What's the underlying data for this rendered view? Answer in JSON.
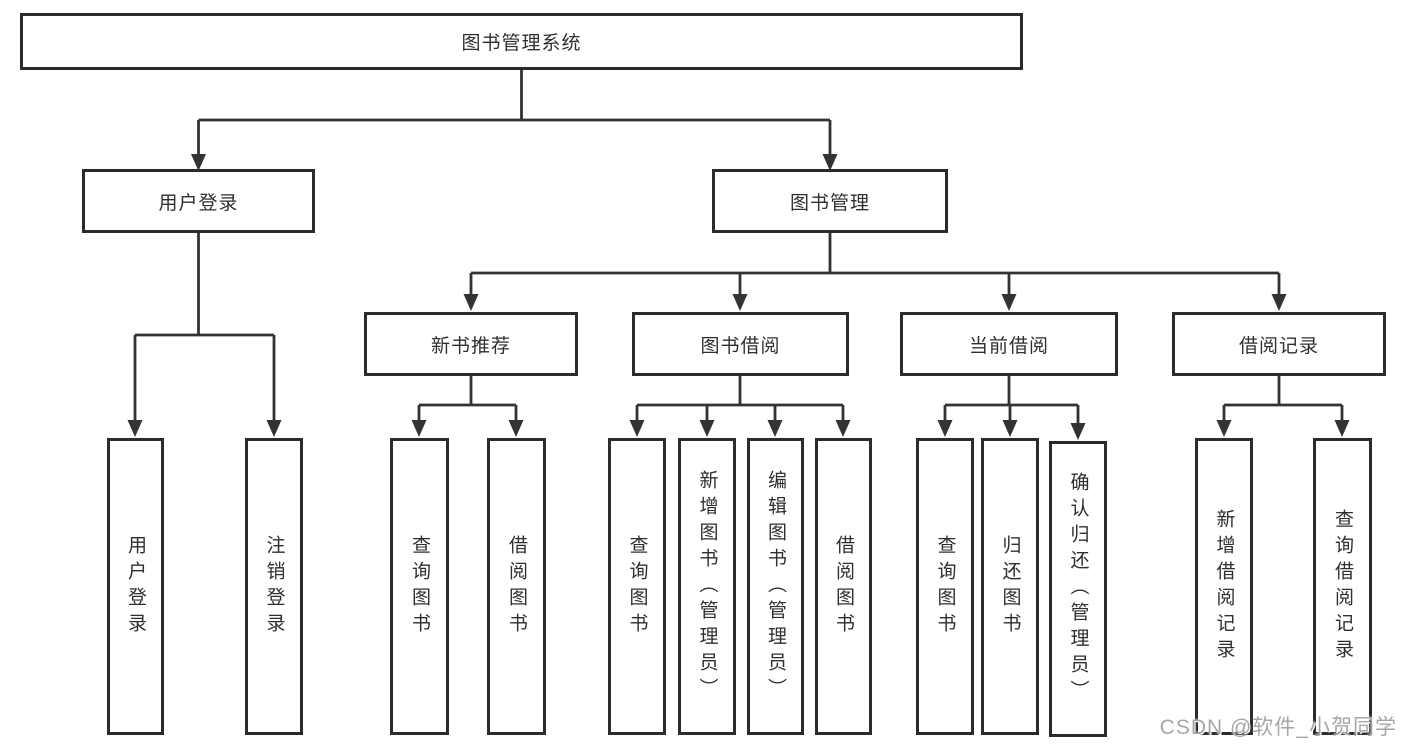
{
  "diagram": {
    "root": {
      "label": "图书管理系统"
    },
    "level2": [
      {
        "label": "用户登录",
        "children": [
          {
            "label": "用户登录"
          },
          {
            "label": "注销登录"
          }
        ]
      },
      {
        "label": "图书管理",
        "children": [
          {
            "label": "新书推荐",
            "children": [
              {
                "label": "查询图书"
              },
              {
                "label": "借阅图书"
              }
            ]
          },
          {
            "label": "图书借阅",
            "children": [
              {
                "label": "查询图书"
              },
              {
                "label": "新增图书（管理员）"
              },
              {
                "label": "编辑图书（管理员）"
              },
              {
                "label": "借阅图书"
              }
            ]
          },
          {
            "label": "当前借阅",
            "children": [
              {
                "label": "查询图书"
              },
              {
                "label": "归还图书"
              },
              {
                "label": "确认归还（管理员）"
              }
            ]
          },
          {
            "label": "借阅记录",
            "children": [
              {
                "label": "新增借阅记录"
              },
              {
                "label": "查询借阅记录"
              }
            ]
          }
        ]
      }
    ]
  },
  "watermark": {
    "text": "CSDN @软件_小贺同学"
  },
  "colors": {
    "line": "#333333",
    "box_border": "#2b2b2b",
    "box_background": "#ffffff",
    "text": "#2f2f2f",
    "watermark": "#969696"
  }
}
